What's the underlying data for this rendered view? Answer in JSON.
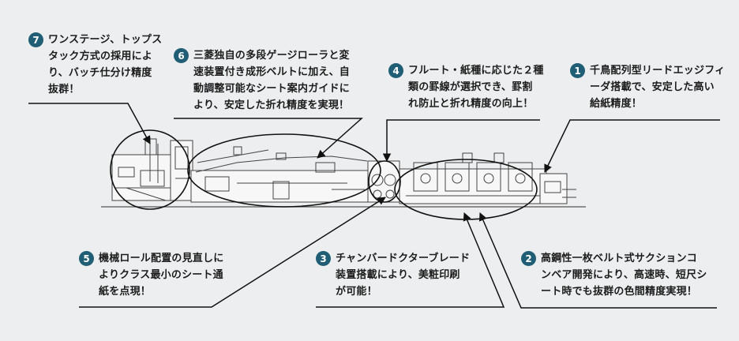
{
  "callouts": [
    {
      "num": "1",
      "text": "千鳥配列型リードエッジフィ\nーダ搭載で、安定した高い\n給紙精度！"
    },
    {
      "num": "2",
      "text": "高鋼性一枚ベルト式サクションコ\nンベア開発により、高速時、短尺シ\nート時でも抜群の色間精度実現！"
    },
    {
      "num": "3",
      "text": "チャンバードクターブレード\n装置搭載により、美粧印刷\nが可能！"
    },
    {
      "num": "4",
      "text": "フルート・紙種に応じた２種\n類の罫線が選択でき、罫割\nれ防止と折れ精度の向上！"
    },
    {
      "num": "5",
      "text": "機械ロール配置の見直しに\nよりクラス最小のシート通\n紙を点現！"
    },
    {
      "num": "6",
      "text": "三菱独自の多段ゲージローラと変\n速装置付き成形ベルトに加え、自\n動調整可能なシート案内ガイドに\nより、安定した折れ精度を実現！"
    },
    {
      "num": "7",
      "text": "ワンステージ、トップス\nタック方式の採用によ\nり、バッチ仕分け精度\n抜群！"
    }
  ]
}
